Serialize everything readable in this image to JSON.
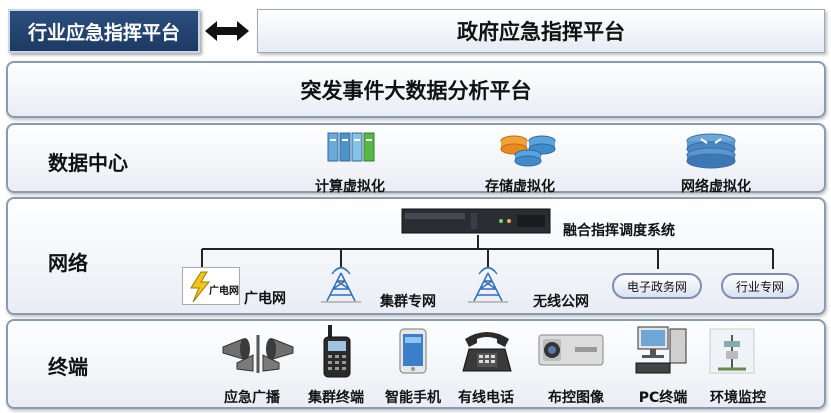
{
  "top": {
    "industry_platform": "行业应急指挥平台",
    "gov_platform": "政府应急指挥平台"
  },
  "bigdata": {
    "title": "突发事件大数据分析平台"
  },
  "datacenter": {
    "title": "数据中心",
    "items": [
      {
        "label": "计算虚拟化",
        "icon": "compute-virtualization-icon"
      },
      {
        "label": "存储虚拟化",
        "icon": "storage-virtualization-icon"
      },
      {
        "label": "网络虚拟化",
        "icon": "network-virtualization-icon"
      }
    ]
  },
  "network": {
    "title": "网络",
    "dispatch": "融合指挥调度系统",
    "broadcast_logo": "广电网",
    "items": [
      {
        "label": "广电网"
      },
      {
        "label": "集群专网"
      },
      {
        "label": "无线公网"
      },
      {
        "label": "电子政务网"
      },
      {
        "label": "行业专网"
      }
    ]
  },
  "terminal": {
    "title": "终端",
    "items": [
      {
        "label": "应急广播",
        "icon": "loudspeaker-icon"
      },
      {
        "label": "集群终端",
        "icon": "walkie-talkie-icon"
      },
      {
        "label": "智能手机",
        "icon": "smartphone-icon"
      },
      {
        "label": "有线电话",
        "icon": "telephone-icon"
      },
      {
        "label": "布控图像",
        "icon": "surveillance-camera-icon"
      },
      {
        "label": "PC终端",
        "icon": "pc-icon"
      },
      {
        "label": "环境监控",
        "icon": "environment-monitor-icon"
      }
    ]
  }
}
